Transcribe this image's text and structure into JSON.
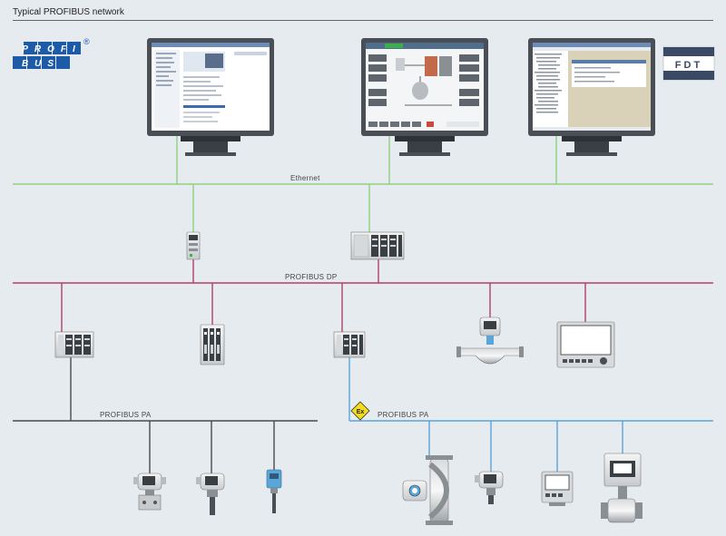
{
  "title": "Typical PROFIBUS network",
  "logo": {
    "top": "PROFI",
    "bottom": "BUS",
    "mark": "®"
  },
  "fdt_logo": "FDT",
  "networks": {
    "ethernet": "Ethernet",
    "profibus_dp": "PROFIBUS DP",
    "profibus_pa_left": "PROFIBUS PA",
    "profibus_pa_right": "PROFIBUS PA"
  },
  "ex_badge": "Ex",
  "colors": {
    "background": "#e6ebf0",
    "ethernet": "#8fd17e",
    "profibus_dp": "#b0406a",
    "profibus_pa_left": "#4a4a4a",
    "profibus_pa_right": "#5aa6d8",
    "logo_blue": "#1d5aa8",
    "ex_yellow": "#f5dc1a"
  }
}
